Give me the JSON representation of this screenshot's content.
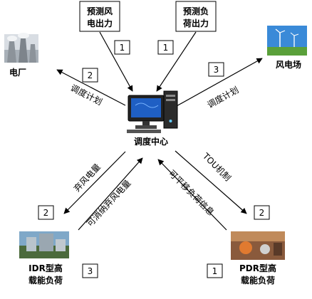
{
  "center": {
    "label": "调度中心"
  },
  "forecasts": {
    "wind": {
      "line1": "预测风",
      "line2": "电出力",
      "step": "1"
    },
    "load": {
      "line1": "预测负",
      "line2": "荷出力",
      "step": "1"
    }
  },
  "power_plant": {
    "label": "电厂",
    "step": "2",
    "arrow_label": "调度计划"
  },
  "wind_farm": {
    "label": "风电场",
    "step": "3",
    "arrow_label": "调度计划"
  },
  "idr": {
    "line1": "IDR型高",
    "line2": "载能负荷",
    "step_out": "2",
    "step_in": "3",
    "arrow_in_label": "弃风电量",
    "arrow_out_label": "可消纳弃风电量"
  },
  "pdr": {
    "line1": "PDR型高",
    "line2": "载能负荷",
    "step_out": "2",
    "step_in": "1",
    "arrow_in_label": "TOU机制",
    "arrow_out_label": "可平移负荷信息"
  },
  "colors": {
    "stroke": "#000000",
    "sky": "#3a8ad8",
    "grass": "#5aa03a",
    "monitor": "#1f5fc4"
  }
}
